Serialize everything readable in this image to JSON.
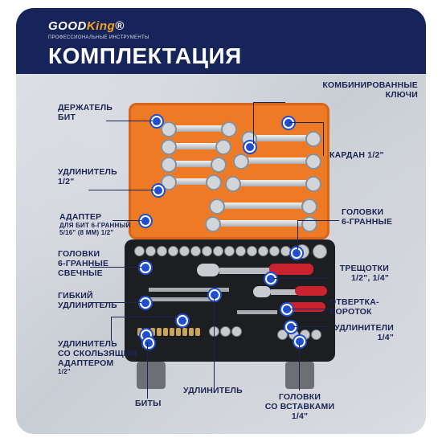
{
  "brand": {
    "name_part1": "GOOD",
    "name_part2": "King",
    "registered": "®",
    "tagline": "ПРОФЕССИОНАЛЬНЫЕ ИНСТРУМЕНТЫ"
  },
  "title": "КОМПЛЕКТАЦИЯ",
  "labels": {
    "combo_wrenches": [
      "КОМБИНИРОВАННЫЕ",
      "КЛЮЧИ"
    ],
    "bit_holder": [
      "ДЕРЖАТЕЛЬ",
      "БИТ"
    ],
    "cardan": "КАРДАН 1/2\"",
    "extension_half": [
      "УДЛИНИТЕЛЬ",
      "1/2\""
    ],
    "hex_sockets": [
      "ГОЛОВКИ",
      "6-ГРАННЫЕ"
    ],
    "bit_adapter_title": "АДАПТЕР",
    "bit_adapter_sub": [
      "ДЛЯ БИТ 6-ГРАННЫЙ",
      "5/16\" (8 ММ) 1/2\""
    ],
    "spark_sockets": [
      "ГОЛОВКИ",
      "6-ГРАННЫЕ",
      "СВЕЧНЫЕ"
    ],
    "ratchets": [
      "ТРЕЩОТКИ",
      "1/2\", 1/4\""
    ],
    "flex_extension": [
      "ГИБКИЙ",
      "УДЛИНИТЕЛЬ"
    ],
    "screwdriver": [
      "ОТВЕРТКА-",
      "ВОРОТОК"
    ],
    "extensions_quarter": [
      "УДЛИНИТЕЛИ",
      "1/4\""
    ],
    "sliding_extension": [
      "УДЛИНИТЕЛЬ",
      "СО СКОЛЬЗЯЩИМ",
      "АДАПТЕРОМ",
      "1/2\""
    ],
    "bits": "БИТЫ",
    "extension": "УДЛИНИТЕЛЬ",
    "insert_sockets": [
      "ГОЛОВКИ",
      "СО ВСТАВКАМИ",
      "1/4\""
    ]
  },
  "colors": {
    "header": "#16245a",
    "case_lid": "#ef7a26",
    "case_base": "#1d1e21",
    "marker": "#1f4fcf",
    "accent": "#f7a21b"
  }
}
